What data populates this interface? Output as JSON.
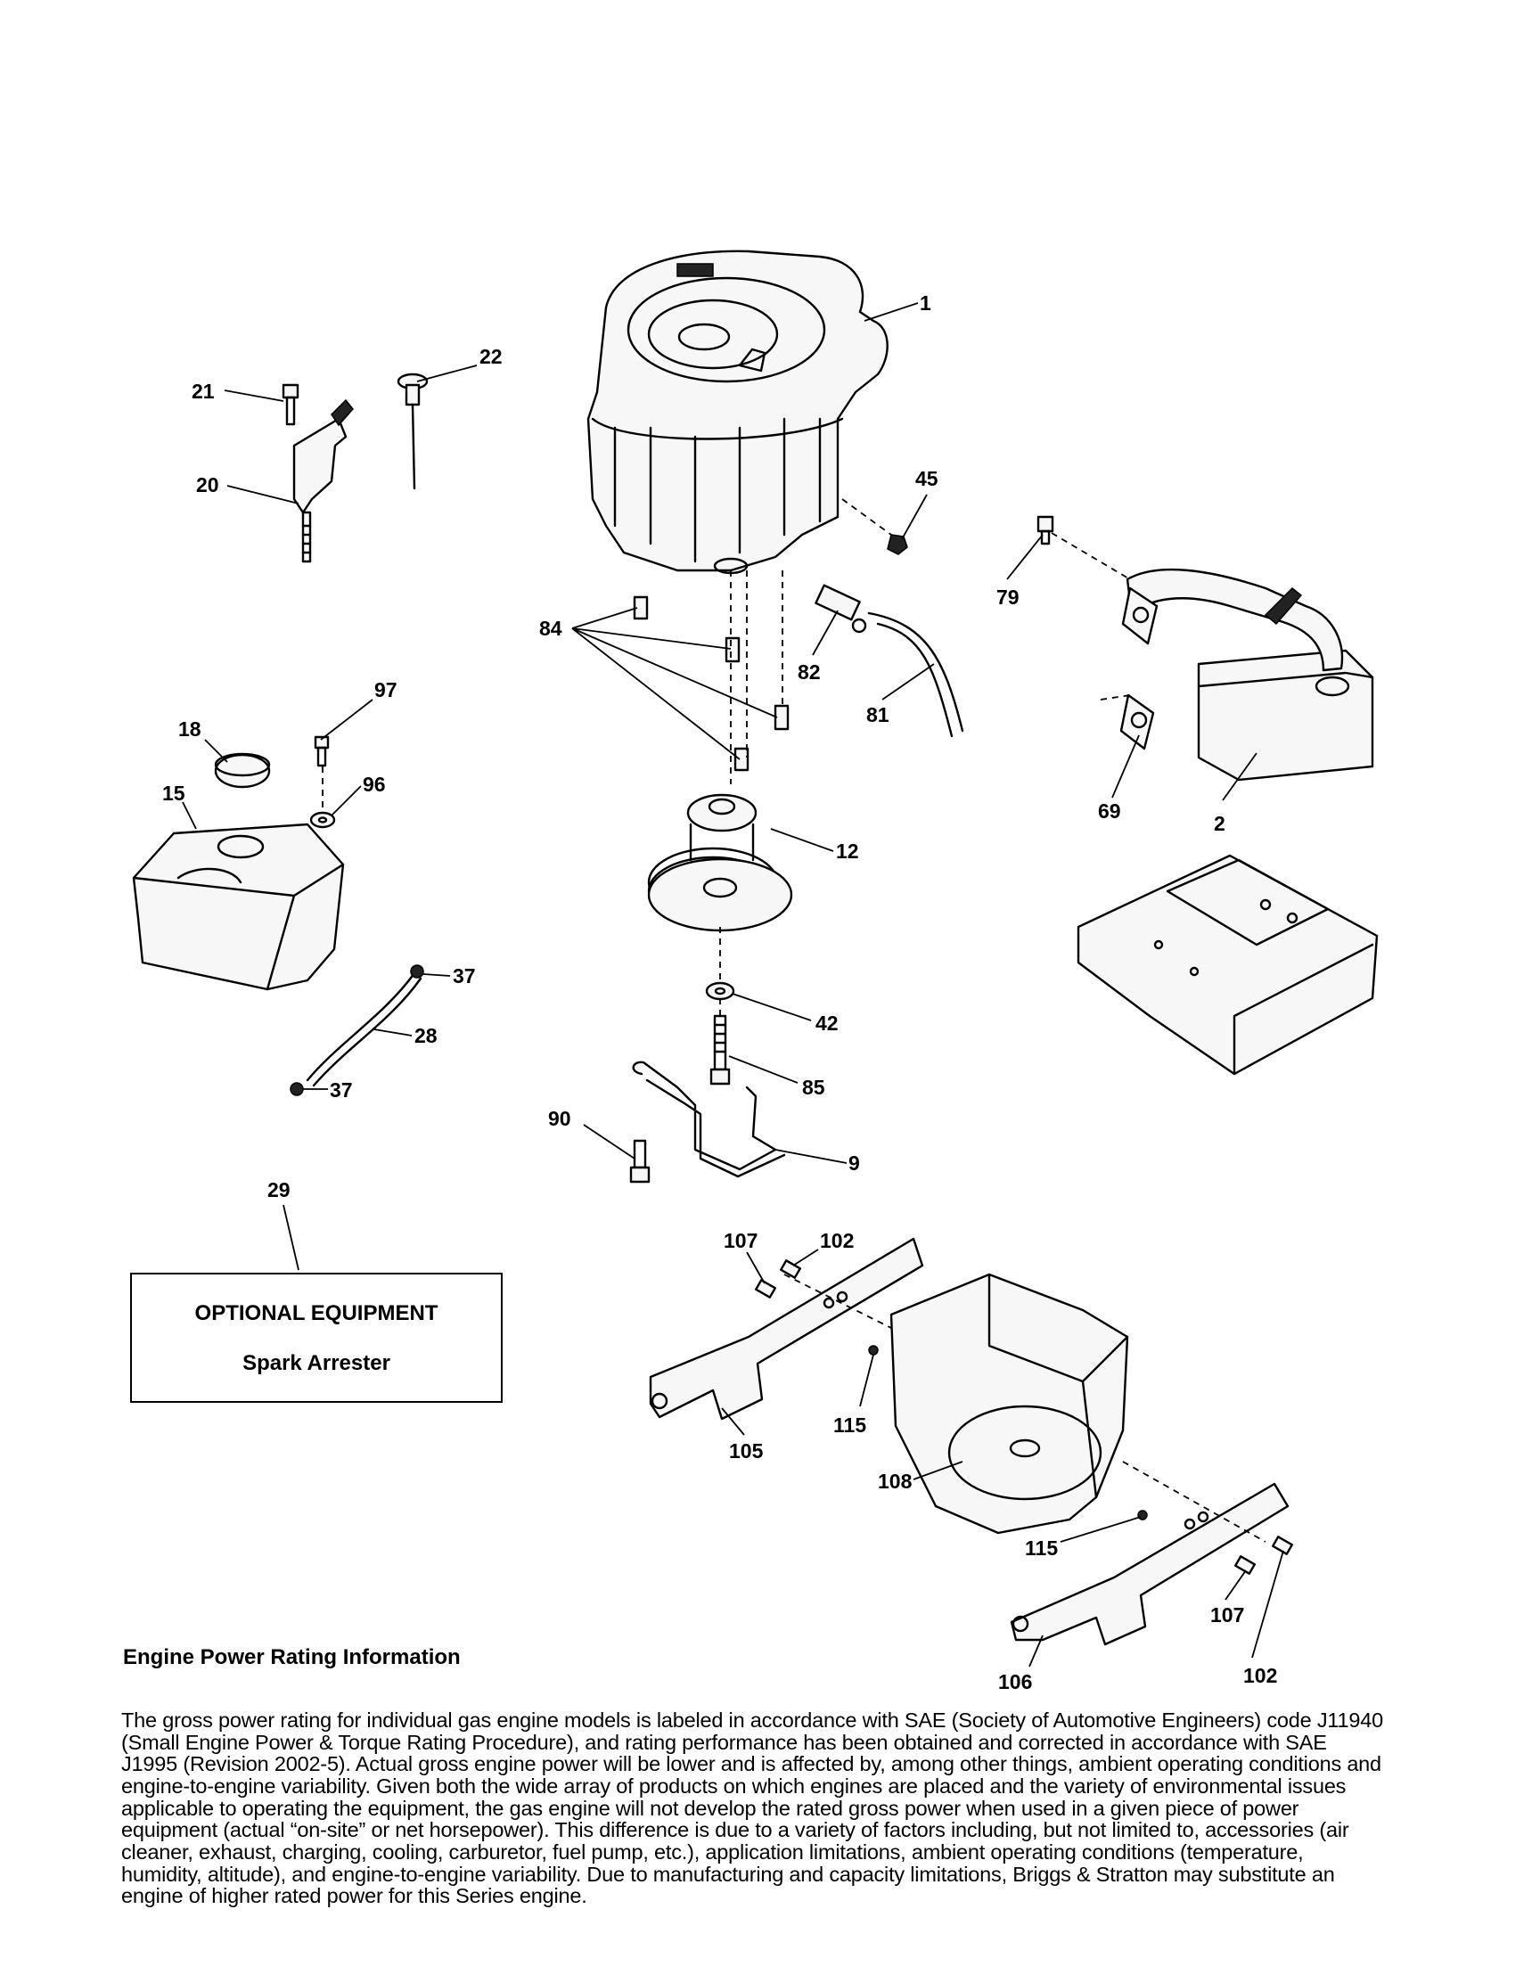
{
  "callouts": {
    "c1": "1",
    "c22": "22",
    "c21": "21",
    "c20": "20",
    "c45": "45",
    "c79": "79",
    "c84": "84",
    "c82": "82",
    "c81": "81",
    "c97": "97",
    "c18": "18",
    "c96": "96",
    "c15": "15",
    "c69": "69",
    "c2": "2",
    "c12": "12",
    "c37a": "37",
    "c28": "28",
    "c37b": "37",
    "c42": "42",
    "c85": "85",
    "c90": "90",
    "c9": "9",
    "c29": "29",
    "c107a": "107",
    "c102a": "102",
    "c115a": "115",
    "c105": "105",
    "c108": "108",
    "c115b": "115",
    "c107b": "107",
    "c106": "106",
    "c102b": "102"
  },
  "optional_box": {
    "title": "OPTIONAL EQUIPMENT",
    "item": "Spark Arrester"
  },
  "info": {
    "heading": "Engine Power Rating Information",
    "body": "The gross power rating for individual gas engine models is labeled in accordance with SAE (Society of Automotive Engineers) code J11940 (Small Engine Power & Torque Rating Procedure), and rating performance has been obtained and corrected in accordance with SAE J1995 (Revision 2002-5). Actual gross engine power will be lower and is affected by, among other things, ambient operating conditions and engine-to-engine variability. Given both the wide array of products on which engines are placed and the variety of environmental issues applicable to operating the equipment, the gas engine will not develop the rated gross power when used in a given piece of power equipment (actual “on-site” or net horsepower). This difference is due to a variety of factors including, but not limited to, accessories (air cleaner, exhaust, charging, cooling, carburetor, fuel pump, etc.), application limitations, ambient operating conditions (temperature, humidity, altitude), and engine-to-engine variability. Due to manufacturing and capacity limitations, Briggs & Stratton may substitute an engine of higher rated power for this Series engine."
  }
}
